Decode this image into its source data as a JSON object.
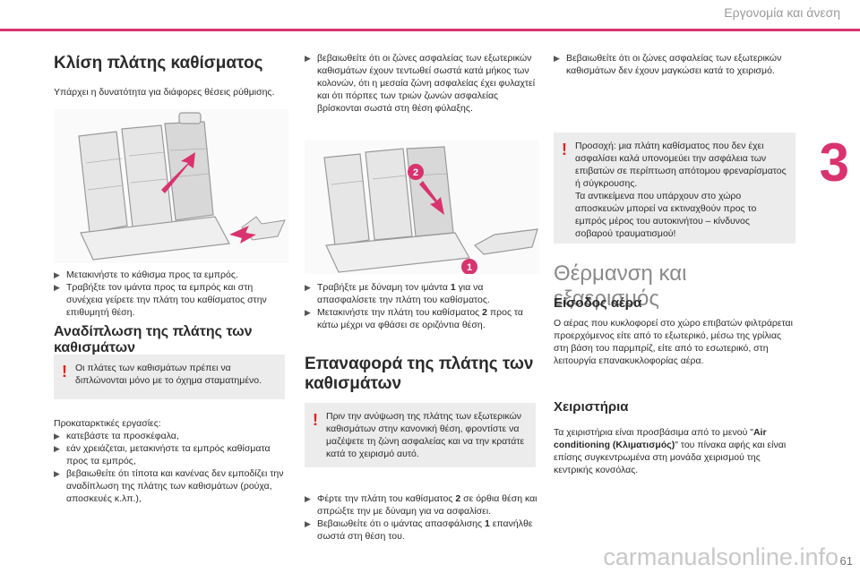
{
  "header": {
    "section_title": "Εργονομία και άνεση",
    "chapter": "3",
    "page": "61"
  },
  "watermark": "carmanualsonline.info",
  "colors": {
    "accent": "#d8336e",
    "warning": "#e02020",
    "callout": "#d8336e",
    "box": "#ececec"
  },
  "col1": {
    "title": "Κλίση πλάτης καθίσματος",
    "intro": "Υπάρχει η δυνατότητα για διάφορες θέσεις ρύθμισης.",
    "bullets1": [
      "Μετακινήστε το κάθισμα προς τα εμπρός.",
      "Τραβήξτε τον ιμάντα προς τα εμπρός και στη συνέχεια γείρετε την πλάτη του καθίσματος στην επιθυμητή θέση."
    ],
    "fold_title": "Αναδίπλωση της πλάτης των καθισμάτων",
    "fold_warning": "Οι πλάτες των καθισμάτων πρέπει να διπλώνονται μόνο με το όχημα σταματημένο.",
    "prep_intro": "Προκαταρκτικές εργασίες:",
    "prep_bullets": [
      "κατεβάστε τα προσκέφαλα,",
      "εάν χρειάζεται, μετακινήστε τα εμπρός καθίσματα προς τα εμπρός,",
      "βεβαιωθείτε ότι τίποτα και κανένας δεν εμποδίζει την αναδίπλωση της πλάτης των καθισμάτων (ρούχα, αποσκευές κ.λπ.),"
    ]
  },
  "col2": {
    "top_bullet": "βεβαιωθείτε ότι οι ζώνες ασφαλείας των εξωτερικών καθισμάτων έχουν τεντωθεί σωστά κατά μήκος των κολονών, ότι η μεσαία ζώνη ασφαλείας έχει φυλαχτεί και ότι πόρπες των τριών ζωνών ασφαλείας βρίσκονται σωστά στη θέση φύλαξης.",
    "callout1": "1",
    "callout2": "2",
    "fold_b1_pre": "Τραβήξτε με δύναμη τον ιμάντα ",
    "fold_b1_num": "1",
    "fold_b1_post": " για να απασφαλίσετε την πλάτη του καθίσματος.",
    "fold_b2_pre": "Μετακινήστε την πλάτη του καθίσματος ",
    "fold_b2_num": "2",
    "fold_b2_post": " προς τα κάτω μέχρι να φθάσει σε οριζόντια θέση.",
    "restore_title_line1": "Επαναφορά της πλάτης των",
    "restore_title_line2": "καθισμάτων",
    "restore_warning": "Πριν την ανύψωση της πλάτης των εξωτερικών καθισμάτων στην κανονική θέση, φροντίστε να μαζέψετε τη ζώνη ασφαλείας και να την κρατάτε κατά το χειρισμό αυτό.",
    "restore_b1_pre": "Φέρτε την πλάτη του καθίσματος ",
    "restore_b1_num": "2",
    "restore_b1_post": " σε όρθια θέση και σπρώξτε την με δύναμη για να ασφαλίσει.",
    "restore_b2_pre": "Βεβαιωθείτε ότι ο ιμάντας απασφάλισης ",
    "restore_b2_num": "1",
    "restore_b2_post": " επανήλθε σωστά στη θέση του."
  },
  "col3": {
    "top_bullet": "Βεβαιωθείτε ότι οι ζώνες ασφαλείας των εξωτερικών καθισμάτων δεν έχουν μαγκώσει κατά το χειρισμό.",
    "warning_p1": "Προσοχή: μια πλάτη καθίσματος που δεν έχει ασφαλίσει καλά υπονομεύει την ασφάλεια των επιβατών σε περίπτωση απότομου φρεναρίσματος ή σύγκρουσης.",
    "warning_p2": "Τα αντικείμενα που υπάρχουν στο χώρο αποσκευών μπορεί να εκτιναχθούν προς το εμπρός μέρος του αυτοκινήτου – κίνδυνος σοβαρού τραυματισμού!",
    "section_title": "Θέρμανση και εξαερισμός",
    "air_title": "Είσοδος αέρα",
    "air_text": "Ο αέρας που κυκλοφορεί στο χώρο επιβατών φιλτράρεται προερχόμενος είτε από το εξωτερικό, μέσω της γρίλιας στη βάση του παρμπρίζ, είτε από το εσωτερικό, στη λειτουργία επανακυκλοφορίας αέρα.",
    "controls_title": "Χειριστήρια",
    "controls_pre": "Τα χειριστήρια είναι προσβάσιμα από το μενού \"",
    "controls_bold": "Air conditioning (Κλιματισμός)",
    "controls_post": "\" του πίνακα αφής και είναι επίσης συγκεντρωμένα στη μονάδα χειρισμού της κεντρικής κονσόλας."
  },
  "icons": {
    "bullet": "triangle-bullet-icon",
    "warning": "exclamation-icon"
  }
}
